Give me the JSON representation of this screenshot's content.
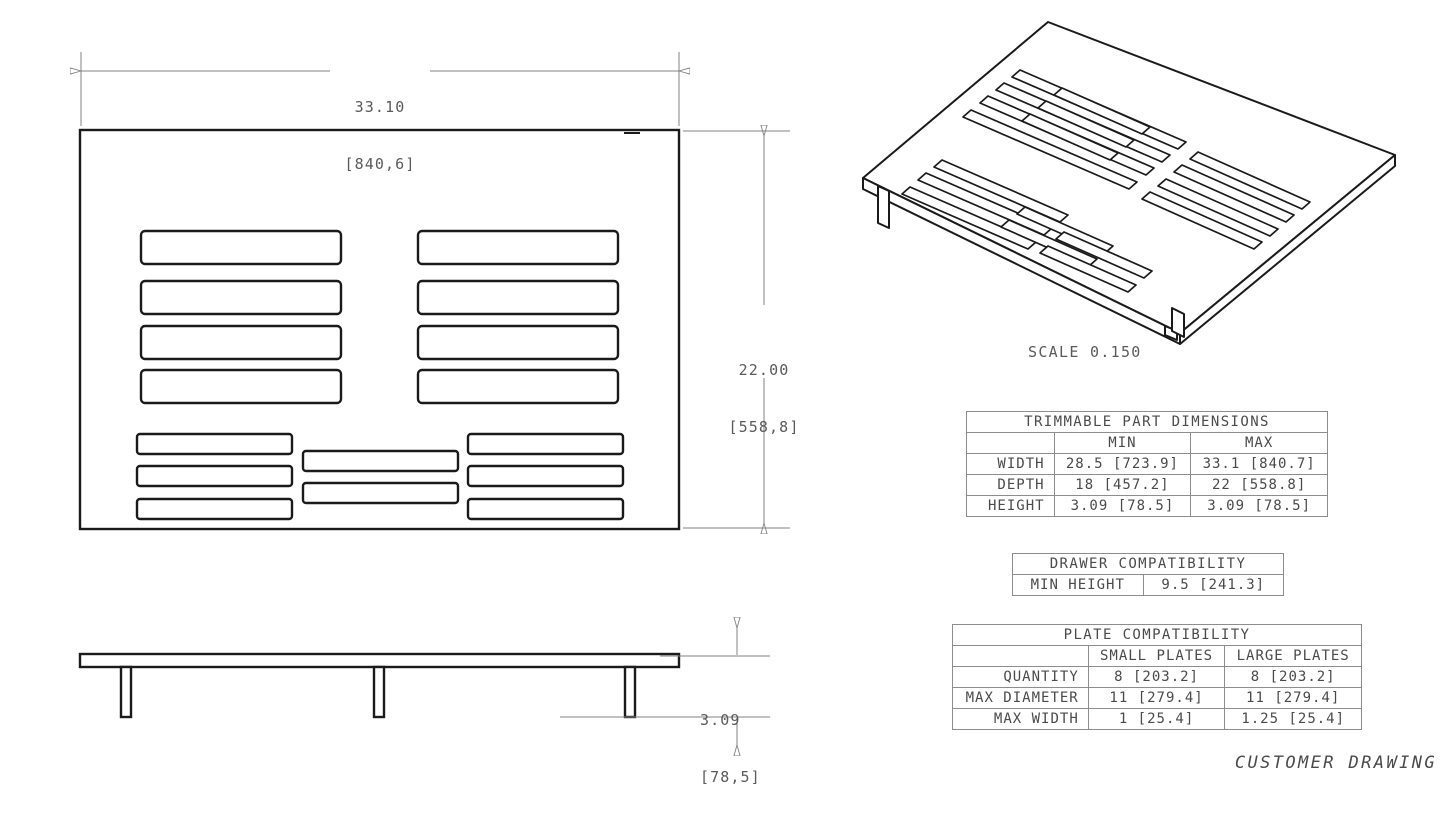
{
  "drawing": {
    "footer_label": "CUSTOMER DRAWING",
    "scale_label": "SCALE 0.150"
  },
  "dimensions": {
    "width": {
      "imperial": "33.10",
      "metric": "[840,6]"
    },
    "depth": {
      "imperial": "22.00",
      "metric": "[558,8]"
    },
    "height": {
      "imperial": "3.09",
      "metric": "[78,5]"
    }
  },
  "tables": {
    "trimmable": {
      "title": "TRIMMABLE PART DIMENSIONS",
      "columns": [
        "",
        "MIN",
        "MAX"
      ],
      "rows": [
        {
          "label": "WIDTH",
          "min": "28.5 [723.9]",
          "max": "33.1 [840.7]"
        },
        {
          "label": "DEPTH",
          "min": "18 [457.2]",
          "max": "22 [558.8]"
        },
        {
          "label": "HEIGHT",
          "min": "3.09 [78.5]",
          "max": "3.09 [78.5]"
        }
      ]
    },
    "drawer": {
      "title": "DRAWER COMPATIBILITY",
      "rows": [
        {
          "label": "MIN HEIGHT",
          "value": "9.5 [241.3]"
        }
      ]
    },
    "plate": {
      "title": "PLATE COMPATIBILITY",
      "columns": [
        "",
        "SMALL PLATES",
        "LARGE PLATES"
      ],
      "rows": [
        {
          "label": "QUANTITY",
          "small": "8 [203.2]",
          "large": "8 [203.2]"
        },
        {
          "label": "MAX DIAMETER",
          "small": "11 [279.4]",
          "large": "11 [279.4]"
        },
        {
          "label": "MAX WIDTH",
          "small": "1 [25.4]",
          "large": "1.25 [25.4]"
        }
      ]
    }
  },
  "colors": {
    "line": "#1a1a1a",
    "dimension_line": "#808080",
    "table_border": "#8d8d8d",
    "text": "#4a4a4a"
  }
}
